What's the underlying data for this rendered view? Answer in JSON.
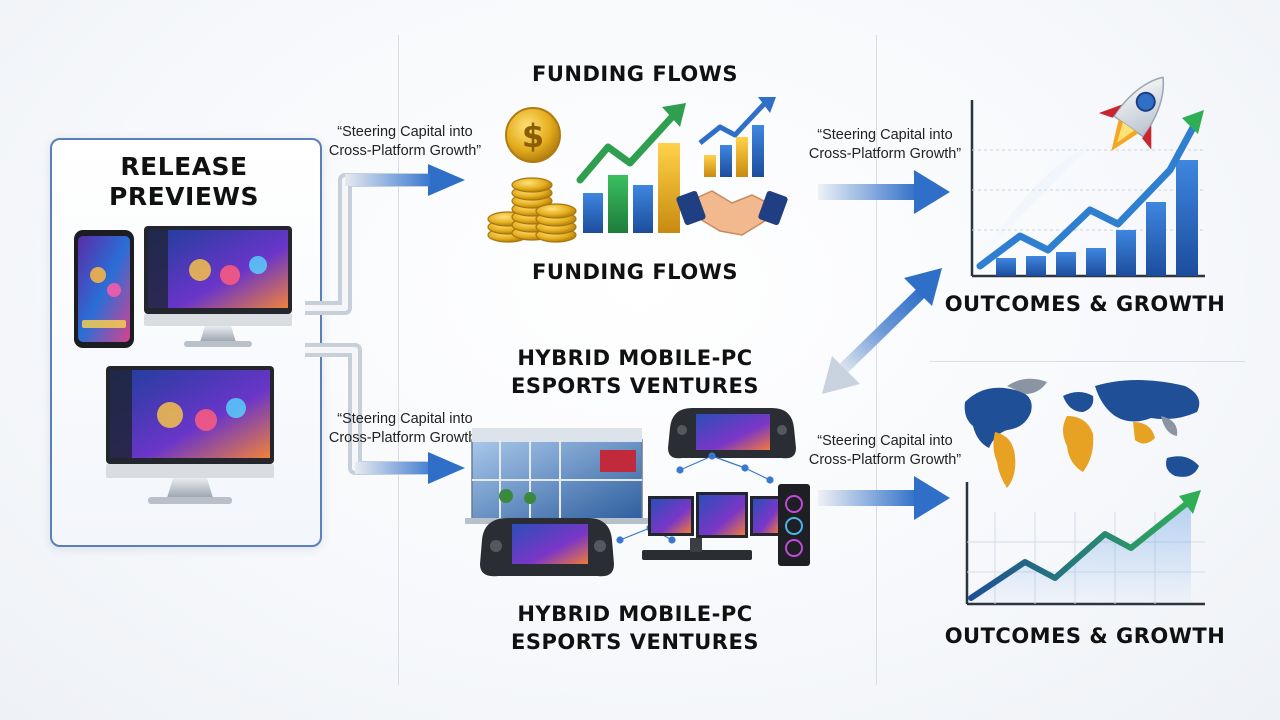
{
  "release_panel": {
    "title_line1": "RELEASE",
    "title_line2": "PREVIEWS"
  },
  "funding": {
    "title_top": "FUNDING FLOWS",
    "title_bottom": "FUNDING FLOWS",
    "coin_symbol": "$"
  },
  "esports": {
    "title_top_line1": "HYBRID MOBILE-PC",
    "title_top_line2": "ESPORTS VENTURES",
    "title_bottom_line1": "HYBRID MOBILE-PC",
    "title_bottom_line2": "ESPORTS VENTURES"
  },
  "outcomes": {
    "title_top": "OUTCOMES & GROWTH",
    "title_bottom": "OUTCOMES & GROWTH"
  },
  "captions": {
    "left_top_line1": "“Steering Capital into",
    "left_top_line2": "Cross-Platform Growth”",
    "left_bottom_line1": "“Steering Capital into",
    "left_bottom_line2": "Cross-Platform Growth”",
    "right_top_line1": "“Steering Capital into",
    "right_top_line2": "Cross-Platform Growth”",
    "right_bottom_line1": "“Steering Capital into",
    "right_bottom_line2": "Cross-Platform Growth”"
  },
  "colors": {
    "arrow_blue": "#2f6fc8",
    "panel_border": "#5b7fb8",
    "chart_green": "#2fae56",
    "coin_gold": "#e5ad1d",
    "map_blue": "#1f4f96",
    "map_orange": "#e7a224",
    "rocket_red": "#c9262f"
  }
}
